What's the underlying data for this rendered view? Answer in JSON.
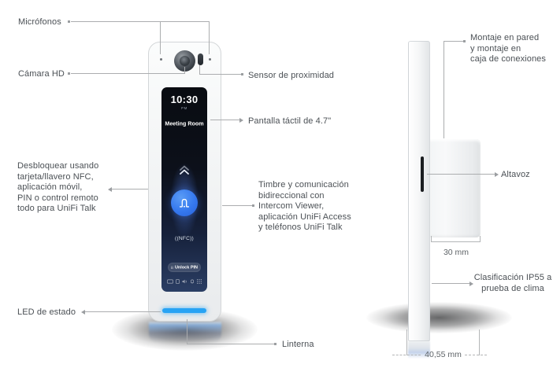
{
  "device_front": {
    "screen": {
      "time": "10:30",
      "meridiem": "PM",
      "room": "Meeting Room",
      "nfc": "((NFC))",
      "unlock_label": "Unlock PIN",
      "footer_icons": [
        "card-icon",
        "phone-icon",
        "volume-icon",
        "bell-icon",
        "keypad-icon"
      ]
    }
  },
  "callouts": {
    "microphones": "Micrófonos",
    "camera_hd": "Cámara HD",
    "proximity_sensor": "Sensor de proximidad",
    "touchscreen": "Pantalla táctil de 4.7\"",
    "unlock_methods": [
      "Desbloquear usando",
      "tarjeta/llavero NFC,",
      "aplicación móvil,",
      "PIN o control remoto",
      "todo para UniFi Talk"
    ],
    "intercom": [
      "Timbre y comunicación",
      "bidireccional con",
      "Intercom Viewer,",
      "aplicación UniFi Access",
      "y teléfonos UniFi Talk"
    ],
    "status_led": "LED de estado",
    "flashlight": "Linterna",
    "mounting": [
      "Montaje en pared",
      "y montaje en",
      "caja de conexiones"
    ],
    "speaker": "Altavoz",
    "ip_rating": [
      "Clasificación IP55 a",
      "prueba de clima"
    ]
  },
  "dimensions": {
    "mount_depth": "30 mm",
    "total_depth": "40,55 mm"
  },
  "colors": {
    "led_blue": "#27a3f4",
    "button_blue": "#3578ee",
    "label_gray": "#4b5055",
    "line_gray": "#abadaf"
  },
  "icons": {
    "screen_scroll_hint": "chevron-double-up-icon",
    "call_button": "doorbell-bell-icon",
    "unlock_button": "keypad-icon"
  }
}
